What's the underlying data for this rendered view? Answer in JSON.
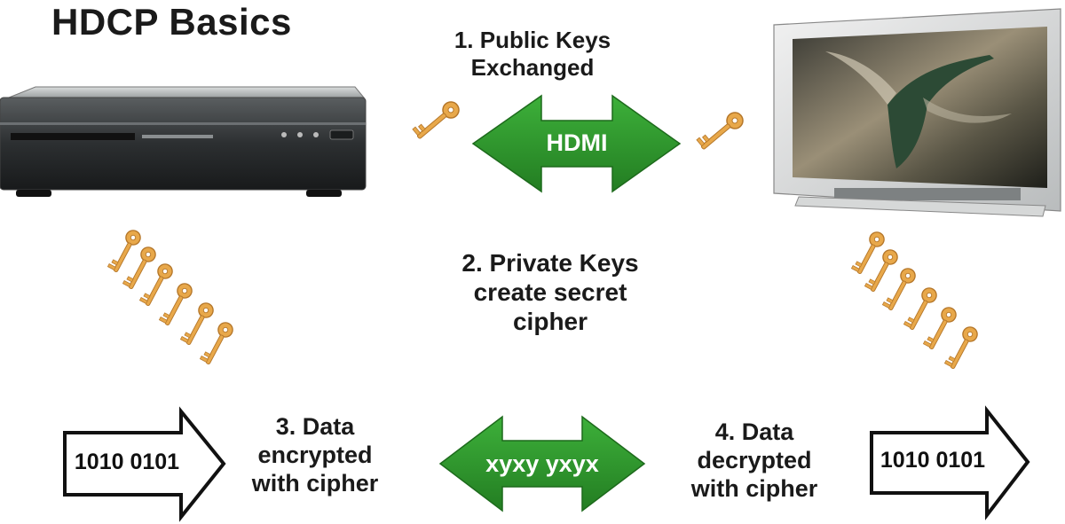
{
  "title": "HDCP Basics",
  "steps": {
    "step1": [
      "1.  Public Keys",
      "Exchanged"
    ],
    "step2": [
      "2. Private Keys",
      "create secret",
      "cipher"
    ],
    "step3": [
      "3.  Data",
      "encrypted",
      "with cipher"
    ],
    "step4": [
      "4.  Data",
      "decrypted",
      "with cipher"
    ]
  },
  "links": {
    "top_arrow_label": "HDMI",
    "bottom_arrow_label": "xyxy yxyx"
  },
  "data_blocks": {
    "plaintext_in": "1010 0101",
    "plaintext_out": "1010 0101"
  },
  "devices": {
    "source_icon": "blu-ray-player",
    "sink_icon": "flat-panel-tv"
  },
  "colors": {
    "green_arrow": "#2e9a2c",
    "key_gold": "#e8a84a",
    "text": "#1a1a1a"
  }
}
